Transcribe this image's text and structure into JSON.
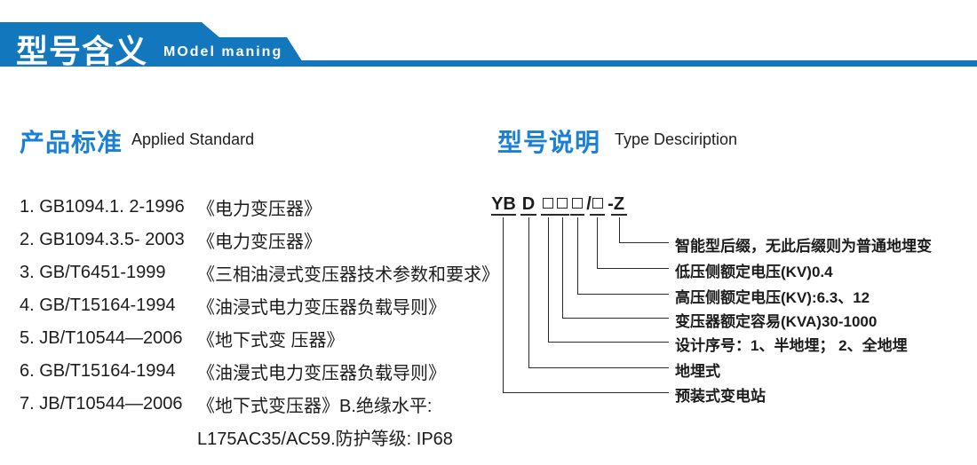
{
  "colors": {
    "brand_blue": "#1277bc",
    "accent_blue": "#1a80d6",
    "text": "#1c1c1c"
  },
  "header": {
    "title": "型号含义",
    "subtitle": "MOdel maning"
  },
  "sections": {
    "standards": {
      "title_zh": "产品标准",
      "title_en": "Applied Standard"
    },
    "type": {
      "title_zh": "型号说明",
      "title_en": "Type Desciription"
    }
  },
  "standards_list": {
    "items": [
      {
        "code": "1. GB1094.1. 2-1996",
        "title": "《电力变压器》"
      },
      {
        "code": "2. GB1094.3.5- 2003",
        "title": "《电力变压器》"
      },
      {
        "code": "3. GB/T6451-1999",
        "title": "《三相油浸式变压器技术参数和要求》"
      },
      {
        "code": "4. GB/T15164-1994",
        "title": "《油浸式电力变压器负载导则》"
      },
      {
        "code": "5. JB/T10544—2006",
        "title": "《地下式变 压器》"
      },
      {
        "code": "6. GB/T15164-1994",
        "title": "《油漫式电力变压器负载导则》"
      },
      {
        "code": "7. JB/T10544—2006",
        "title": "《地下式变压器》B.绝缘水平:"
      }
    ],
    "continuation": "L175AC35/AC59.防护等级: IP68"
  },
  "model_diagram": {
    "code_parts": {
      "prefix": "YB",
      "d": "D",
      "slash": "/",
      "dash": "-",
      "suffix": "Z"
    },
    "labels": [
      "智能型后缀，无此后缀则为普通地埋变",
      "低压侧额定电压(KV)0.4",
      "高压侧额定电压(KV):6.3、12",
      "变压器额定容易(KVA)30-1000",
      "设计序号：1、半地埋； 2、全地埋",
      "地埋式",
      "预装式变电站"
    ]
  }
}
